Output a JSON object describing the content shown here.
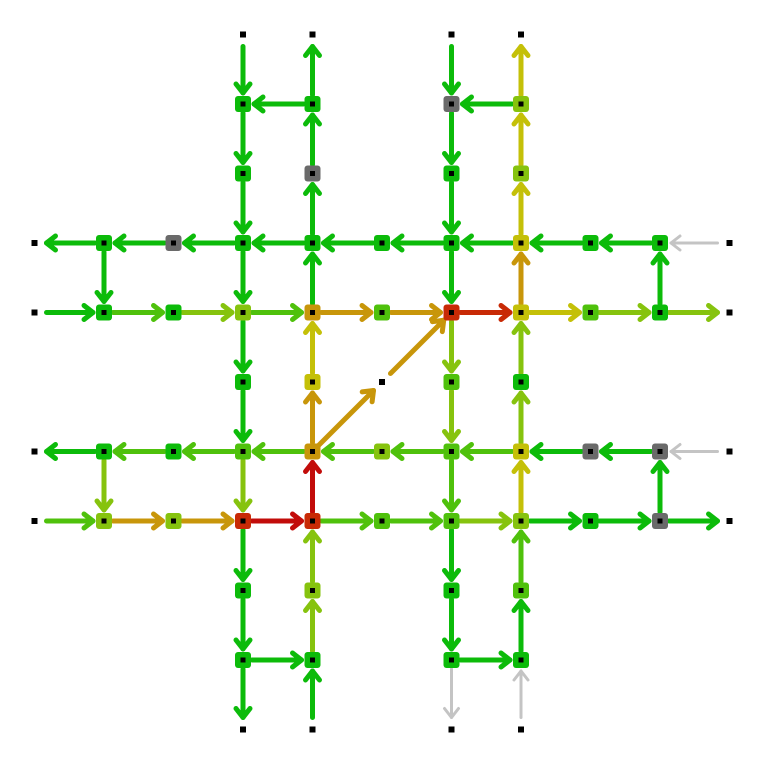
{
  "colors": {
    "background": "#ffffff",
    "green": "#0cbb0a",
    "light_green": "#4fc10c",
    "yellow_green": "#86c30e",
    "yellow": "#c4c008",
    "orange": "#c8960a",
    "red": "#c82a06",
    "dark_red": "#c20c0a",
    "gray": "#6a6a6a",
    "light_gray": "#c4c4c4",
    "terminal": "#000000"
  },
  "grid": {
    "columns": 11,
    "rows": 11
  },
  "terminals": [
    [
      3,
      0
    ],
    [
      4,
      0
    ],
    [
      6,
      0
    ],
    [
      7,
      0
    ],
    [
      0,
      3
    ],
    [
      10,
      3
    ],
    [
      0,
      4
    ],
    [
      10,
      4
    ],
    [
      5,
      5
    ],
    [
      0,
      6
    ],
    [
      10,
      6
    ],
    [
      0,
      7
    ],
    [
      10,
      7
    ],
    [
      3,
      10
    ],
    [
      4,
      10
    ],
    [
      6,
      10
    ],
    [
      7,
      10
    ]
  ],
  "nodes": [
    {
      "c": 3,
      "r": 1,
      "color": "green"
    },
    {
      "c": 4,
      "r": 1,
      "color": "green"
    },
    {
      "c": 6,
      "r": 1,
      "color": "gray"
    },
    {
      "c": 7,
      "r": 1,
      "color": "yellow_green"
    },
    {
      "c": 3,
      "r": 2,
      "color": "green"
    },
    {
      "c": 4,
      "r": 2,
      "color": "gray"
    },
    {
      "c": 6,
      "r": 2,
      "color": "green"
    },
    {
      "c": 7,
      "r": 2,
      "color": "yellow_green"
    },
    {
      "c": 1,
      "r": 3,
      "color": "green"
    },
    {
      "c": 2,
      "r": 3,
      "color": "gray"
    },
    {
      "c": 3,
      "r": 3,
      "color": "green"
    },
    {
      "c": 4,
      "r": 3,
      "color": "green"
    },
    {
      "c": 5,
      "r": 3,
      "color": "green"
    },
    {
      "c": 6,
      "r": 3,
      "color": "green"
    },
    {
      "c": 7,
      "r": 3,
      "color": "yellow"
    },
    {
      "c": 8,
      "r": 3,
      "color": "green"
    },
    {
      "c": 9,
      "r": 3,
      "color": "green"
    },
    {
      "c": 1,
      "r": 4,
      "color": "green"
    },
    {
      "c": 2,
      "r": 4,
      "color": "green"
    },
    {
      "c": 3,
      "r": 4,
      "color": "yellow_green"
    },
    {
      "c": 4,
      "r": 4,
      "color": "orange"
    },
    {
      "c": 5,
      "r": 4,
      "color": "light_green"
    },
    {
      "c": 6,
      "r": 4,
      "color": "red"
    },
    {
      "c": 7,
      "r": 4,
      "color": "yellow"
    },
    {
      "c": 8,
      "r": 4,
      "color": "light_green"
    },
    {
      "c": 9,
      "r": 4,
      "color": "green"
    },
    {
      "c": 3,
      "r": 5,
      "color": "green"
    },
    {
      "c": 4,
      "r": 5,
      "color": "yellow"
    },
    {
      "c": 6,
      "r": 5,
      "color": "light_green"
    },
    {
      "c": 7,
      "r": 5,
      "color": "green"
    },
    {
      "c": 1,
      "r": 6,
      "color": "green"
    },
    {
      "c": 2,
      "r": 6,
      "color": "green"
    },
    {
      "c": 3,
      "r": 6,
      "color": "light_green"
    },
    {
      "c": 4,
      "r": 6,
      "color": "orange"
    },
    {
      "c": 5,
      "r": 6,
      "color": "yellow_green"
    },
    {
      "c": 6,
      "r": 6,
      "color": "light_green"
    },
    {
      "c": 7,
      "r": 6,
      "color": "yellow"
    },
    {
      "c": 8,
      "r": 6,
      "color": "gray"
    },
    {
      "c": 9,
      "r": 6,
      "color": "gray"
    },
    {
      "c": 1,
      "r": 7,
      "color": "yellow_green"
    },
    {
      "c": 2,
      "r": 7,
      "color": "yellow_green"
    },
    {
      "c": 3,
      "r": 7,
      "color": "red"
    },
    {
      "c": 4,
      "r": 7,
      "color": "red"
    },
    {
      "c": 5,
      "r": 7,
      "color": "light_green"
    },
    {
      "c": 6,
      "r": 7,
      "color": "light_green"
    },
    {
      "c": 7,
      "r": 7,
      "color": "yellow_green"
    },
    {
      "c": 8,
      "r": 7,
      "color": "green"
    },
    {
      "c": 9,
      "r": 7,
      "color": "gray"
    },
    {
      "c": 3,
      "r": 8,
      "color": "green"
    },
    {
      "c": 4,
      "r": 8,
      "color": "yellow_green"
    },
    {
      "c": 6,
      "r": 8,
      "color": "green"
    },
    {
      "c": 7,
      "r": 8,
      "color": "light_green"
    },
    {
      "c": 3,
      "r": 9,
      "color": "green"
    },
    {
      "c": 4,
      "r": 9,
      "color": "green"
    },
    {
      "c": 6,
      "r": 9,
      "color": "green"
    },
    {
      "c": 7,
      "r": 9,
      "color": "green"
    }
  ],
  "links": [
    {
      "from": [
        3,
        0
      ],
      "to": [
        3,
        1
      ],
      "color": "green"
    },
    {
      "from": [
        3,
        1
      ],
      "to": [
        3,
        2
      ],
      "color": "green"
    },
    {
      "from": [
        3,
        2
      ],
      "to": [
        3,
        3
      ],
      "color": "green"
    },
    {
      "from": [
        3,
        3
      ],
      "to": [
        3,
        4
      ],
      "color": "green"
    },
    {
      "from": [
        3,
        4
      ],
      "to": [
        3,
        5
      ],
      "color": "green"
    },
    {
      "from": [
        3,
        5
      ],
      "to": [
        3,
        6
      ],
      "color": "green"
    },
    {
      "from": [
        3,
        6
      ],
      "to": [
        3,
        7
      ],
      "color": "yellow_green"
    },
    {
      "from": [
        3,
        7
      ],
      "to": [
        3,
        8
      ],
      "color": "green"
    },
    {
      "from": [
        3,
        8
      ],
      "to": [
        3,
        9
      ],
      "color": "green"
    },
    {
      "from": [
        3,
        9
      ],
      "to": [
        3,
        10
      ],
      "color": "green"
    },
    {
      "from": [
        4,
        10
      ],
      "to": [
        4,
        9
      ],
      "color": "green"
    },
    {
      "from": [
        4,
        9
      ],
      "to": [
        4,
        8
      ],
      "color": "yellow_green"
    },
    {
      "from": [
        4,
        8
      ],
      "to": [
        4,
        7
      ],
      "color": "yellow_green"
    },
    {
      "from": [
        4,
        7
      ],
      "to": [
        4,
        6
      ],
      "color": "dark_red"
    },
    {
      "from": [
        4,
        6
      ],
      "to": [
        4,
        5
      ],
      "color": "orange"
    },
    {
      "from": [
        4,
        5
      ],
      "to": [
        4,
        4
      ],
      "color": "yellow"
    },
    {
      "from": [
        4,
        4
      ],
      "to": [
        4,
        3
      ],
      "color": "green"
    },
    {
      "from": [
        4,
        3
      ],
      "to": [
        4,
        2
      ],
      "color": "green"
    },
    {
      "from": [
        4,
        2
      ],
      "to": [
        4,
        1
      ],
      "color": "green"
    },
    {
      "from": [
        4,
        1
      ],
      "to": [
        4,
        0
      ],
      "color": "green"
    },
    {
      "from": [
        6,
        0
      ],
      "to": [
        6,
        1
      ],
      "color": "green"
    },
    {
      "from": [
        6,
        1
      ],
      "to": [
        6,
        2
      ],
      "color": "green"
    },
    {
      "from": [
        6,
        2
      ],
      "to": [
        6,
        3
      ],
      "color": "green"
    },
    {
      "from": [
        6,
        3
      ],
      "to": [
        6,
        4
      ],
      "color": "green"
    },
    {
      "from": [
        6,
        4
      ],
      "to": [
        6,
        5
      ],
      "color": "yellow_green"
    },
    {
      "from": [
        6,
        5
      ],
      "to": [
        6,
        6
      ],
      "color": "yellow_green"
    },
    {
      "from": [
        6,
        6
      ],
      "to": [
        6,
        7
      ],
      "color": "light_green"
    },
    {
      "from": [
        6,
        7
      ],
      "to": [
        6,
        8
      ],
      "color": "green"
    },
    {
      "from": [
        6,
        8
      ],
      "to": [
        6,
        9
      ],
      "color": "green"
    },
    {
      "from": [
        6,
        9
      ],
      "to": [
        6,
        10
      ],
      "color": "light_gray"
    },
    {
      "from": [
        7,
        10
      ],
      "to": [
        7,
        9
      ],
      "color": "light_gray"
    },
    {
      "from": [
        7,
        9
      ],
      "to": [
        7,
        8
      ],
      "color": "green"
    },
    {
      "from": [
        7,
        8
      ],
      "to": [
        7,
        7
      ],
      "color": "light_green"
    },
    {
      "from": [
        7,
        7
      ],
      "to": [
        7,
        6
      ],
      "color": "yellow"
    },
    {
      "from": [
        7,
        6
      ],
      "to": [
        7,
        5
      ],
      "color": "yellow_green"
    },
    {
      "from": [
        7,
        5
      ],
      "to": [
        7,
        4
      ],
      "color": "yellow_green"
    },
    {
      "from": [
        7,
        4
      ],
      "to": [
        7,
        3
      ],
      "color": "orange"
    },
    {
      "from": [
        7,
        3
      ],
      "to": [
        7,
        2
      ],
      "color": "yellow"
    },
    {
      "from": [
        7,
        2
      ],
      "to": [
        7,
        1
      ],
      "color": "yellow"
    },
    {
      "from": [
        7,
        1
      ],
      "to": [
        7,
        0
      ],
      "color": "yellow"
    },
    {
      "from": [
        10,
        3
      ],
      "to": [
        9,
        3
      ],
      "color": "light_gray"
    },
    {
      "from": [
        9,
        3
      ],
      "to": [
        8,
        3
      ],
      "color": "green"
    },
    {
      "from": [
        8,
        3
      ],
      "to": [
        7,
        3
      ],
      "color": "green"
    },
    {
      "from": [
        7,
        3
      ],
      "to": [
        6,
        3
      ],
      "color": "green"
    },
    {
      "from": [
        6,
        3
      ],
      "to": [
        5,
        3
      ],
      "color": "green"
    },
    {
      "from": [
        5,
        3
      ],
      "to": [
        4,
        3
      ],
      "color": "green"
    },
    {
      "from": [
        4,
        3
      ],
      "to": [
        3,
        3
      ],
      "color": "green"
    },
    {
      "from": [
        3,
        3
      ],
      "to": [
        2,
        3
      ],
      "color": "green"
    },
    {
      "from": [
        2,
        3
      ],
      "to": [
        1,
        3
      ],
      "color": "green"
    },
    {
      "from": [
        1,
        3
      ],
      "to": [
        0,
        3
      ],
      "color": "green"
    },
    {
      "from": [
        0,
        4
      ],
      "to": [
        1,
        4
      ],
      "color": "green"
    },
    {
      "from": [
        1,
        4
      ],
      "to": [
        2,
        4
      ],
      "color": "light_green"
    },
    {
      "from": [
        2,
        4
      ],
      "to": [
        3,
        4
      ],
      "color": "yellow_green"
    },
    {
      "from": [
        3,
        4
      ],
      "to": [
        4,
        4
      ],
      "color": "light_green"
    },
    {
      "from": [
        4,
        4
      ],
      "to": [
        5,
        4
      ],
      "color": "orange"
    },
    {
      "from": [
        5,
        4
      ],
      "to": [
        6,
        4
      ],
      "color": "orange"
    },
    {
      "from": [
        6,
        4
      ],
      "to": [
        7,
        4
      ],
      "color": "red"
    },
    {
      "from": [
        7,
        4
      ],
      "to": [
        8,
        4
      ],
      "color": "yellow"
    },
    {
      "from": [
        8,
        4
      ],
      "to": [
        9,
        4
      ],
      "color": "yellow_green"
    },
    {
      "from": [
        9,
        4
      ],
      "to": [
        10,
        4
      ],
      "color": "yellow_green"
    },
    {
      "from": [
        10,
        6
      ],
      "to": [
        9,
        6
      ],
      "color": "light_gray"
    },
    {
      "from": [
        9,
        6
      ],
      "to": [
        8,
        6
      ],
      "color": "green"
    },
    {
      "from": [
        8,
        6
      ],
      "to": [
        7,
        6
      ],
      "color": "green"
    },
    {
      "from": [
        7,
        6
      ],
      "to": [
        6,
        6
      ],
      "color": "light_green"
    },
    {
      "from": [
        6,
        6
      ],
      "to": [
        5,
        6
      ],
      "color": "light_green"
    },
    {
      "from": [
        5,
        6
      ],
      "to": [
        4,
        6
      ],
      "color": "light_green"
    },
    {
      "from": [
        4,
        6
      ],
      "to": [
        3,
        6
      ],
      "color": "light_green"
    },
    {
      "from": [
        3,
        6
      ],
      "to": [
        2,
        6
      ],
      "color": "light_green"
    },
    {
      "from": [
        2,
        6
      ],
      "to": [
        1,
        6
      ],
      "color": "light_green"
    },
    {
      "from": [
        1,
        6
      ],
      "to": [
        0,
        6
      ],
      "color": "green"
    },
    {
      "from": [
        0,
        7
      ],
      "to": [
        1,
        7
      ],
      "color": "light_green"
    },
    {
      "from": [
        1,
        7
      ],
      "to": [
        2,
        7
      ],
      "color": "orange"
    },
    {
      "from": [
        2,
        7
      ],
      "to": [
        3,
        7
      ],
      "color": "orange"
    },
    {
      "from": [
        3,
        7
      ],
      "to": [
        4,
        7
      ],
      "color": "dark_red"
    },
    {
      "from": [
        4,
        7
      ],
      "to": [
        5,
        7
      ],
      "color": "light_green"
    },
    {
      "from": [
        5,
        7
      ],
      "to": [
        6,
        7
      ],
      "color": "light_green"
    },
    {
      "from": [
        6,
        7
      ],
      "to": [
        7,
        7
      ],
      "color": "yellow_green"
    },
    {
      "from": [
        7,
        7
      ],
      "to": [
        8,
        7
      ],
      "color": "green"
    },
    {
      "from": [
        8,
        7
      ],
      "to": [
        9,
        7
      ],
      "color": "green"
    },
    {
      "from": [
        9,
        7
      ],
      "to": [
        10,
        7
      ],
      "color": "green"
    },
    {
      "from": [
        4,
        1
      ],
      "to": [
        3,
        1
      ],
      "color": "green"
    },
    {
      "from": [
        7,
        1
      ],
      "to": [
        6,
        1
      ],
      "color": "green"
    },
    {
      "from": [
        3,
        9
      ],
      "to": [
        4,
        9
      ],
      "color": "green"
    },
    {
      "from": [
        6,
        9
      ],
      "to": [
        7,
        9
      ],
      "color": "green"
    },
    {
      "from": [
        1,
        3
      ],
      "to": [
        1,
        4
      ],
      "color": "green"
    },
    {
      "from": [
        1,
        6
      ],
      "to": [
        1,
        7
      ],
      "color": "yellow_green"
    },
    {
      "from": [
        9,
        4
      ],
      "to": [
        9,
        3
      ],
      "color": "green"
    },
    {
      "from": [
        9,
        7
      ],
      "to": [
        9,
        6
      ],
      "color": "green"
    },
    {
      "from": [
        4,
        6
      ],
      "to": [
        5,
        5
      ],
      "color": "orange"
    },
    {
      "from": [
        5,
        5
      ],
      "to": [
        6,
        4
      ],
      "color": "orange"
    }
  ]
}
